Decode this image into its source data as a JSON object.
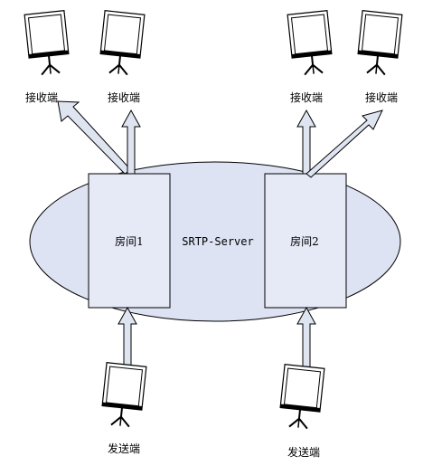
{
  "server": {
    "label": "SRTP-Server"
  },
  "rooms": [
    {
      "label": "房间1"
    },
    {
      "label": "房间2"
    }
  ],
  "receivers": [
    {
      "label": "接收端"
    },
    {
      "label": "接收端"
    },
    {
      "label": "接收端"
    },
    {
      "label": "接收端"
    }
  ],
  "senders": [
    {
      "label": "发送端"
    },
    {
      "label": "发送端"
    }
  ],
  "colors": {
    "server_fill": "#dde3f3",
    "room_fill": "#e6eaf6",
    "arrow_fill": "#dfe4f1",
    "stroke": "#000000"
  }
}
